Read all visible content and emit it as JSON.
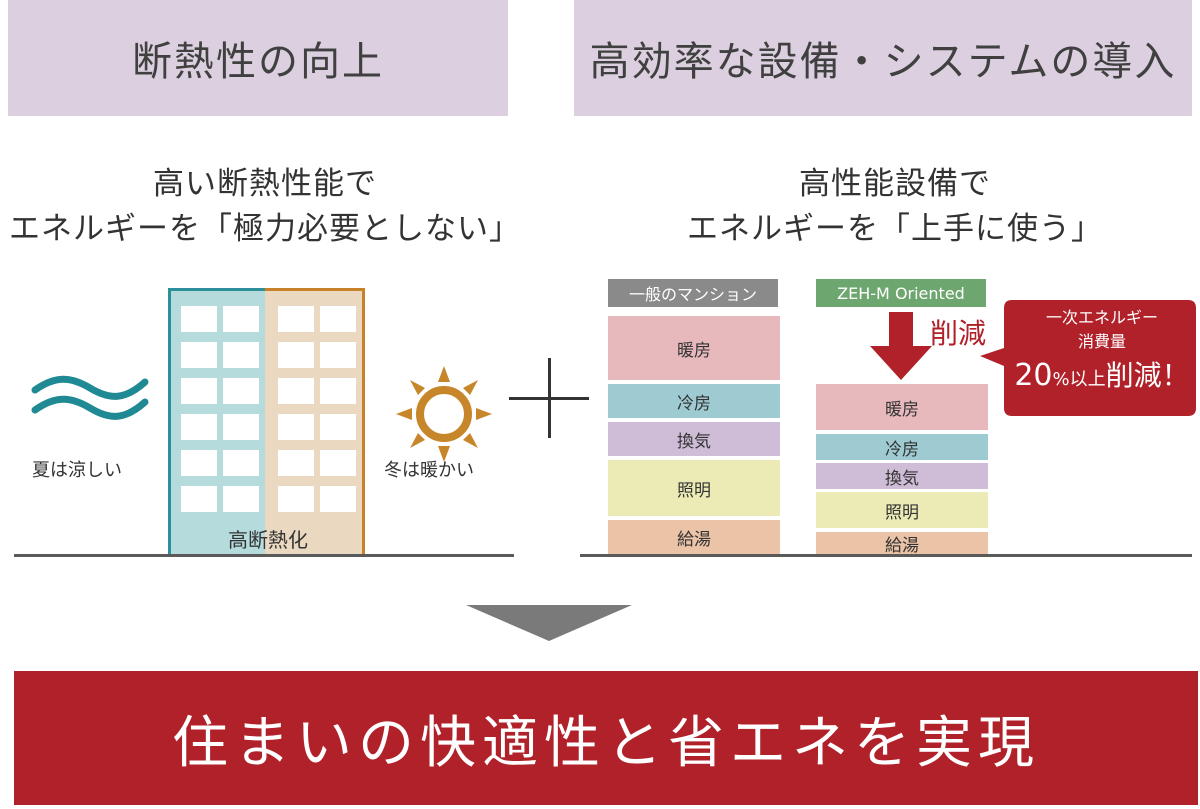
{
  "left_banner": {
    "title": "断熱性の向上"
  },
  "right_banner": {
    "title": "高効率な設備・システムの導入"
  },
  "left_subtitle": {
    "line1": "高い断熱性能で",
    "line2": "エネルギーを「極力必要としない」"
  },
  "right_subtitle": {
    "line1": "高性能設備で",
    "line2": "エネルギーを「上手に使う」"
  },
  "building": {
    "summer_label": "夏は涼しい",
    "winter_label": "冬は暖かい",
    "building_label": "高断熱化"
  },
  "general_mansion": {
    "header": "一般のマンション",
    "items": [
      "暖房",
      "冷房",
      "換気",
      "照明",
      "給湯"
    ]
  },
  "zeh": {
    "header": "ZEH-M Oriented",
    "reduction_label": "削減",
    "items": [
      "暖房",
      "冷房",
      "換気",
      "照明",
      "給湯"
    ]
  },
  "callout": {
    "line1": "一次エネルギー",
    "line2": "消費量",
    "percent": "20",
    "percent_unit": "%以上",
    "suffix": "削減！"
  },
  "conclusion": {
    "text": "住まいの快適性と省エネを実現"
  },
  "colors": {
    "banner": "#dcd0e0",
    "heating": "#e7b9bd",
    "cooling": "#9ecbd1",
    "ventilation": "#cfbdd7",
    "lighting": "#ecebb5",
    "hot_water": "#ebc3a6",
    "accent_red": "#b0212a",
    "zeh_green": "#6da66e"
  }
}
